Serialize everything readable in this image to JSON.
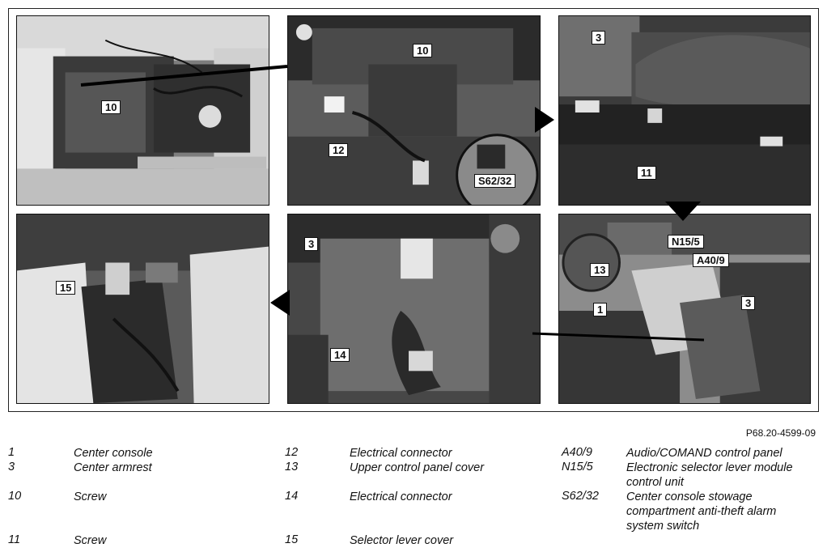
{
  "figure": {
    "id": "P68.20-4599-09",
    "panels": [
      {
        "name": "panel-top-left",
        "callouts": [
          "10"
        ]
      },
      {
        "name": "panel-top-middle",
        "callouts": [
          "10",
          "12",
          "S62/32"
        ]
      },
      {
        "name": "panel-top-right",
        "callouts": [
          "3",
          "11"
        ]
      },
      {
        "name": "panel-bottom-right",
        "callouts": [
          "N15/5",
          "A40/9",
          "13",
          "1",
          "3"
        ]
      },
      {
        "name": "panel-bottom-middle",
        "callouts": [
          "3",
          "14"
        ]
      },
      {
        "name": "panel-bottom-left",
        "callouts": [
          "15"
        ]
      }
    ]
  },
  "legend": {
    "col1": [
      {
        "num": "1",
        "desc": "Center console"
      },
      {
        "num": "3",
        "desc": "Center armrest"
      },
      {
        "num": "10",
        "desc": "Screw"
      },
      {
        "num": "11",
        "desc": "Screw"
      }
    ],
    "col2": [
      {
        "num": "12",
        "desc": "Electrical connector"
      },
      {
        "num": "13",
        "desc": "Upper control panel cover"
      },
      {
        "num": "14",
        "desc": "Electrical connector"
      },
      {
        "num": "15",
        "desc": "Selector lever cover"
      }
    ],
    "col3": [
      {
        "num": "A40/9",
        "desc": "Audio/COMAND control panel"
      },
      {
        "num": "N15/5",
        "desc": "Electronic selector lever module control unit"
      },
      {
        "num": "S62/32",
        "desc": "Center console stowage compartment anti-theft alarm system switch"
      }
    ]
  }
}
